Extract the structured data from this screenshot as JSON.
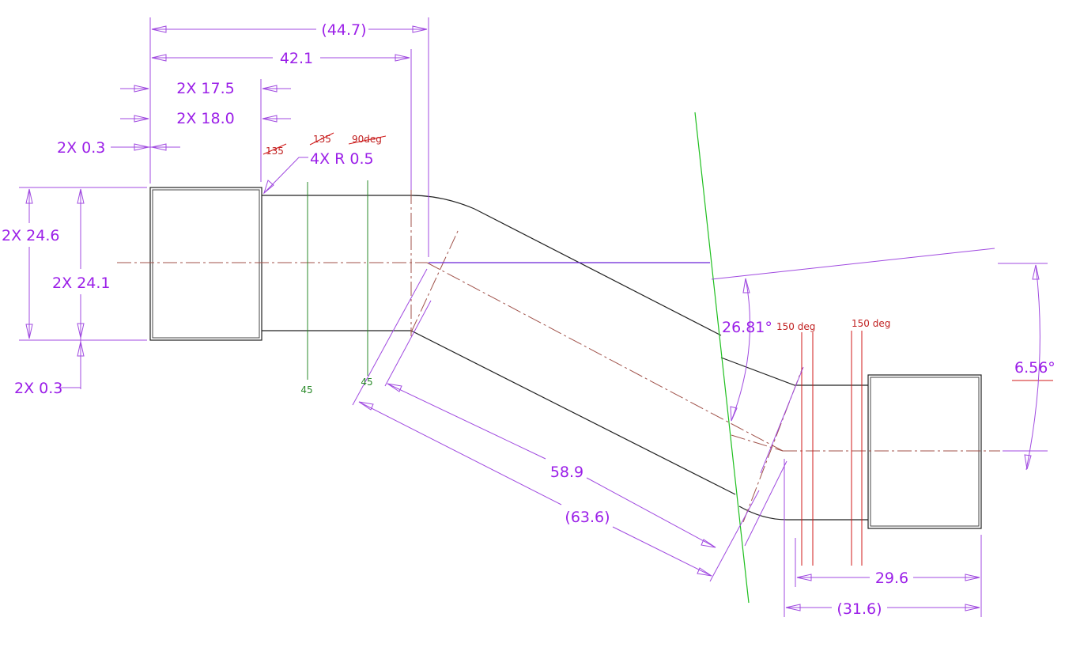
{
  "drawing": {
    "dimensions": {
      "top_overall": "(44.7)",
      "top_length": "42.1",
      "flange_a": "2X 17.5",
      "flange_b": "2X 18.0",
      "small_offset_left": "2X 0.3",
      "radius_note": "4X R 0.5",
      "height_outer": "2X 24.6",
      "height_inner": "2X 24.1",
      "small_offset_bottom": "2X 0.3",
      "angle_bend": "26.81°",
      "angle_offset": "6.56°",
      "diag_inner": "58.9",
      "diag_outer": "(63.6)",
      "right_inner": "29.6",
      "right_outer": "(31.6)"
    },
    "notes": {
      "deg135_a": "135",
      "deg135_b": "135",
      "deg90": "90deg",
      "deg150_a": "150 deg",
      "deg150_b": "150 deg"
    },
    "marks": {
      "mark45_a": "45",
      "mark45_b": "45"
    }
  }
}
